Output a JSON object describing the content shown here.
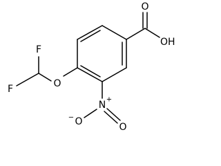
{
  "structure": {
    "atoms": {
      "fluorine_top": "F",
      "fluorine_bottom": "F",
      "ether_oxygen": "O",
      "carbonyl_oxygen": "O",
      "hydroxyl": "OH",
      "nitro_nitrogen": "N",
      "nitro_nitrogen_charge": "+",
      "nitro_oxygen_bottom": "O",
      "nitro_oxygen_left": "O",
      "nitro_oxygen_charge": "−"
    },
    "colors": {
      "bond": "#000000",
      "label": "#000000",
      "background": "#ffffff"
    }
  }
}
